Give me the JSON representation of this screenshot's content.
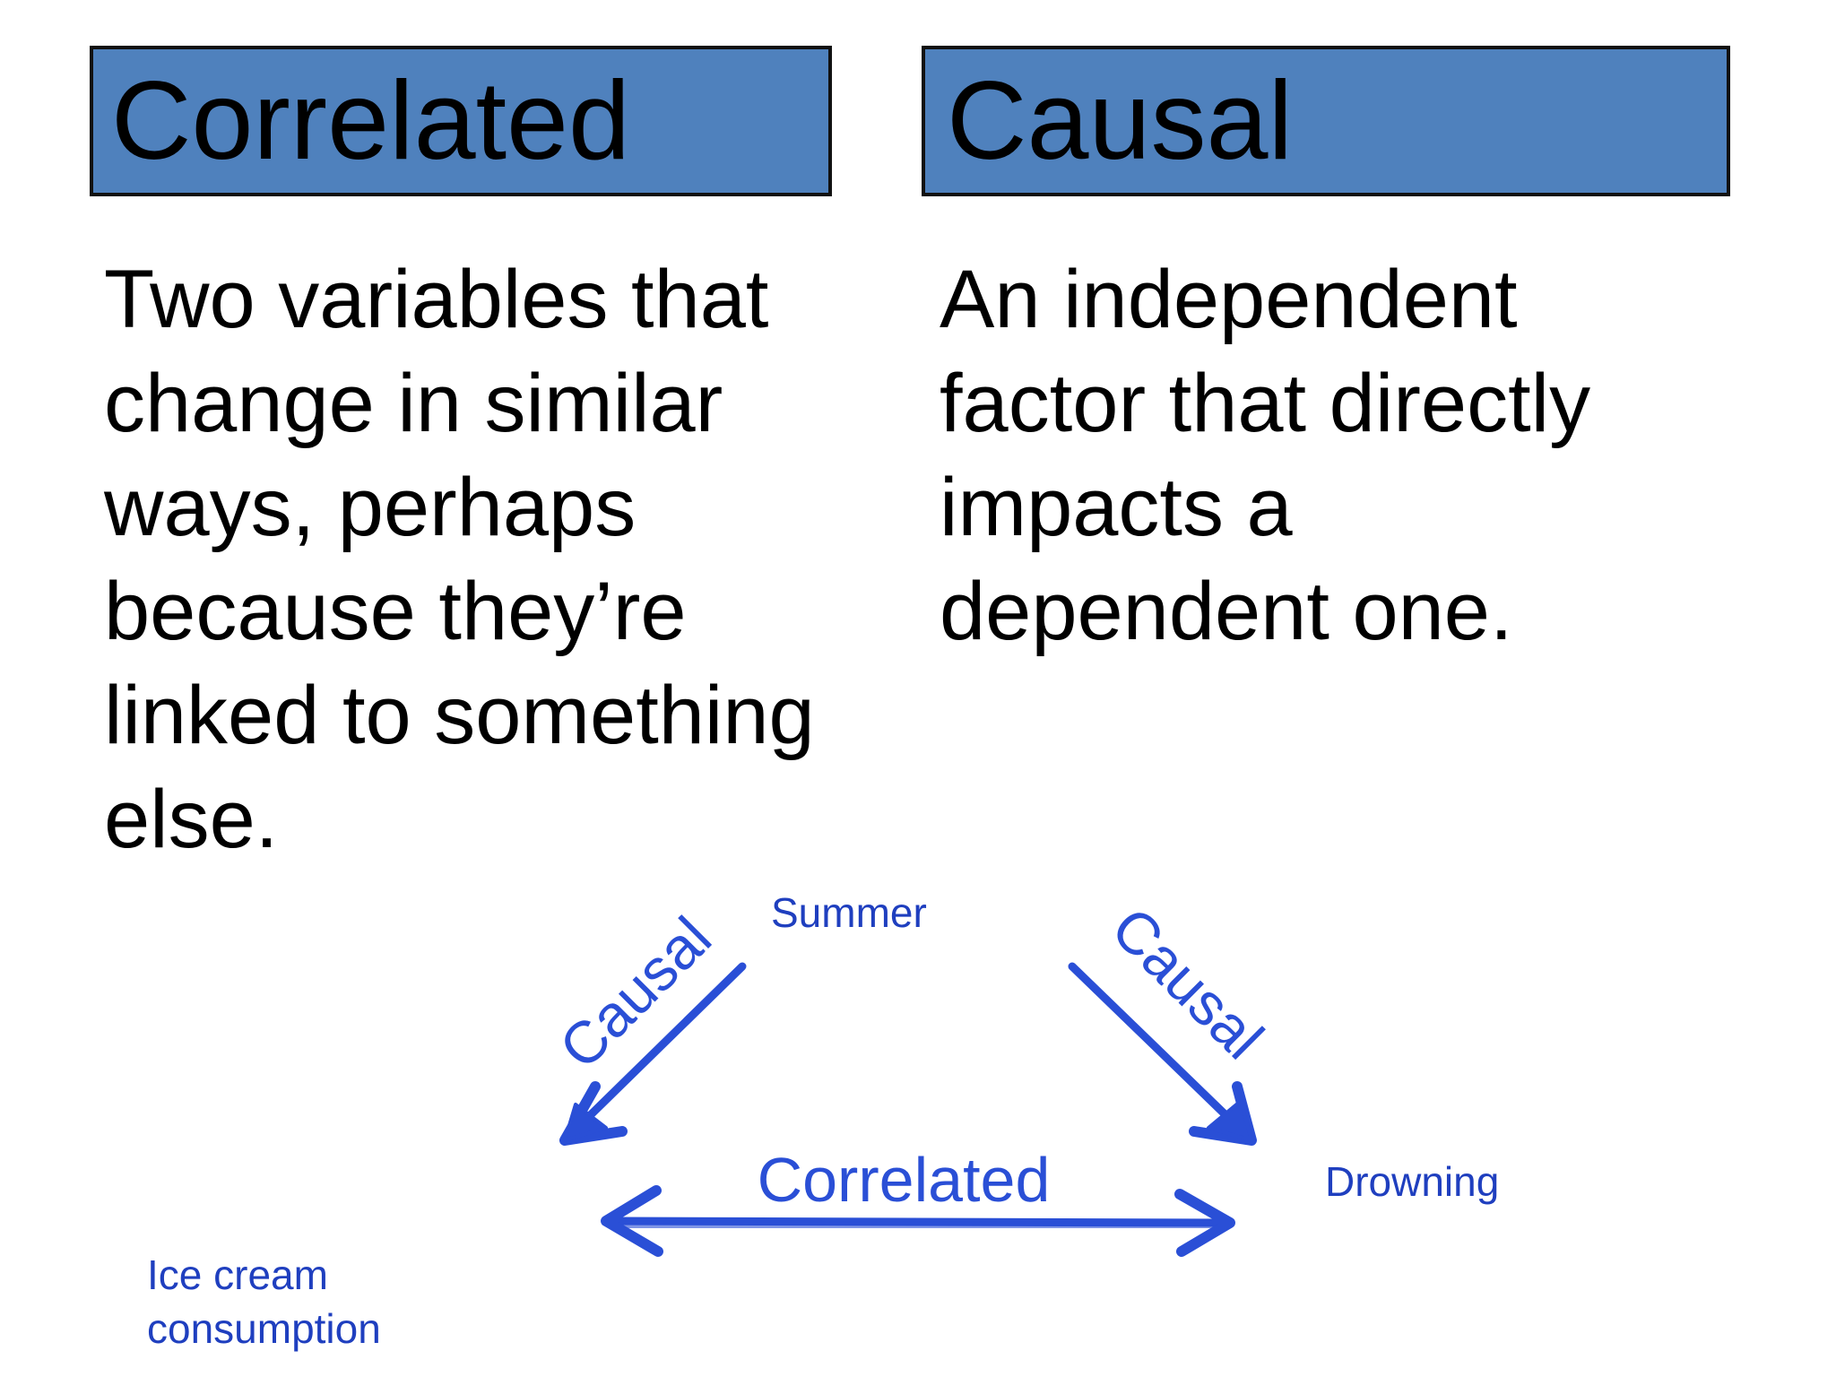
{
  "headers": {
    "correlated": "Correlated",
    "causal": "Causal"
  },
  "definitions": {
    "correlated": [
      "Two variables that",
      "change in similar",
      "ways, perhaps",
      "because they’re",
      "linked to something",
      "else."
    ],
    "causal": [
      "An independent",
      "factor that directly",
      "impacts a",
      "dependent one."
    ]
  },
  "diagram": {
    "nodes": {
      "summer": "Summer",
      "drowning": "Drowning",
      "ice_cream": [
        "Ice cream",
        "consumption"
      ]
    },
    "arrow_labels": {
      "left": "Causal",
      "right": "Causal",
      "bottom": "Correlated"
    }
  },
  "colors": {
    "header_fill": "#4f81bd",
    "header_border": "#111111",
    "diagram_blue": "#1f3fbf",
    "arrow_blue": "#2a4fd6"
  }
}
